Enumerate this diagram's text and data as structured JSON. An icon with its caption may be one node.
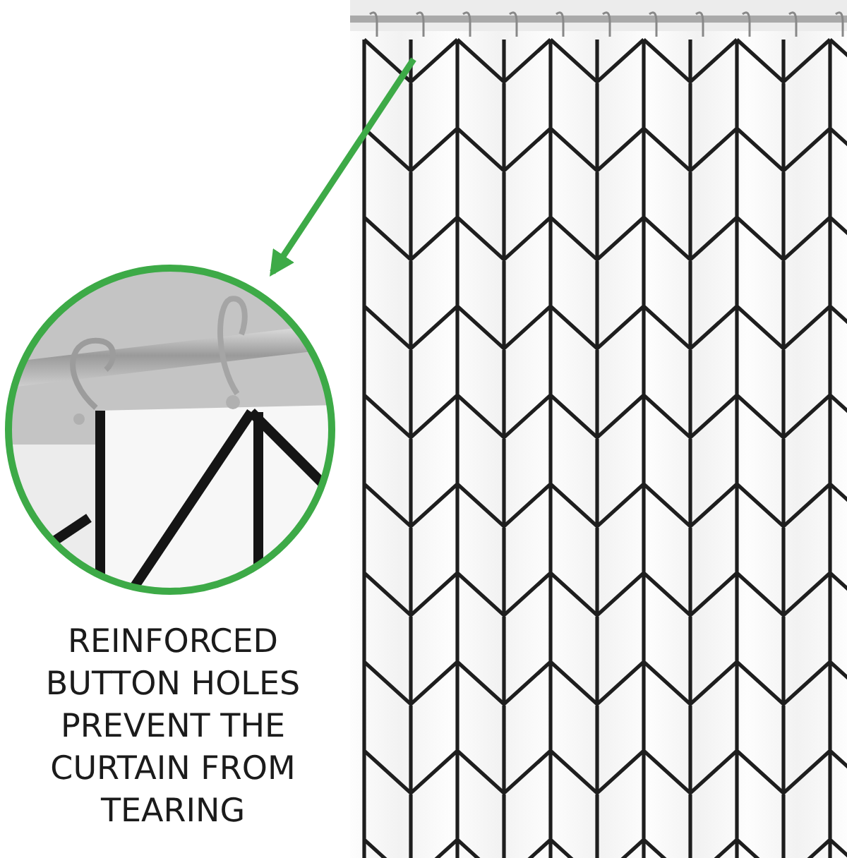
{
  "diagram": {
    "nodes": [
      {
        "text": [],
        "shape": "picture"
      },
      {
        "text": [],
        "shape": "picture"
      }
    ],
    "edges": [
      {
        "from": 0,
        "to": 1,
        "arrow": "to",
        "color": "#3daa47"
      }
    ],
    "labels": [
      "REINFORCED BUTTON HOLES PREVENT THE CURTAIN FROM TEARING"
    ]
  }
}
